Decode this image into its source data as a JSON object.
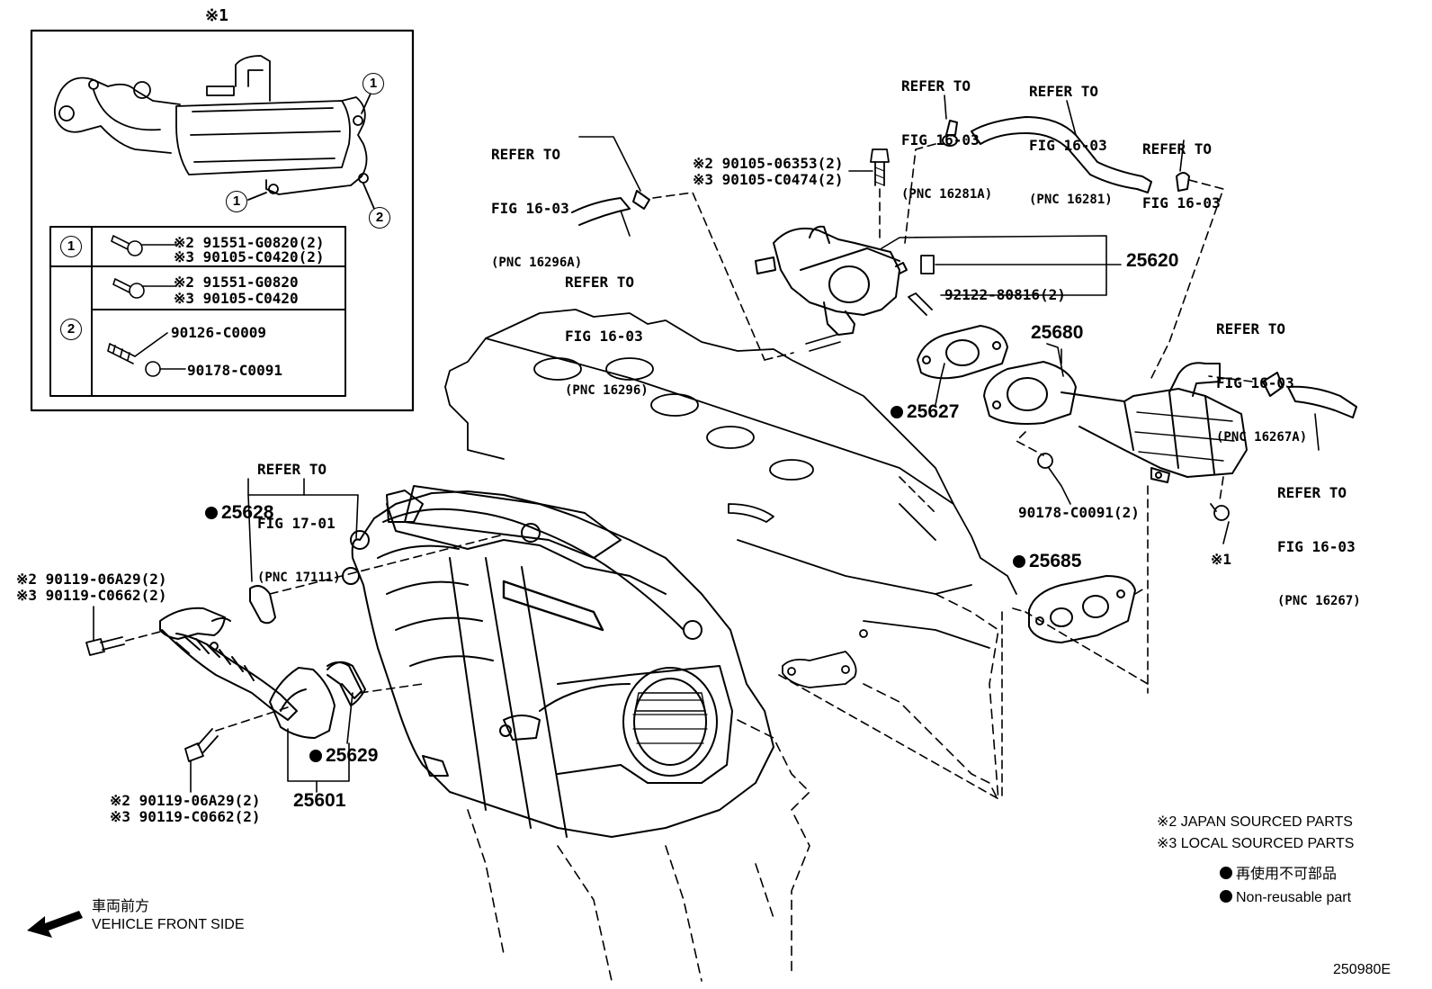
{
  "inset": {
    "title": "※1",
    "callout_1": "1",
    "callout_2": "2",
    "rows": [
      {
        "key": "1",
        "parts": [
          "※2 91551-G0820(2)",
          "※3 90105-C0420(2)"
        ]
      },
      {
        "key": "2",
        "parts": [
          "※2 91551-G0820",
          "※3 90105-C0420"
        ],
        "extra": [
          "90126-C0009",
          "90178-C0091"
        ]
      }
    ]
  },
  "refs": [
    {
      "id": "ref-16296a",
      "line1": "REFER TO",
      "line2": "FIG 16-03",
      "line3": "(PNC 16296A)"
    },
    {
      "id": "ref-16296",
      "line1": "REFER TO",
      "line2": "FIG 16-03",
      "line3": "(PNC 16296)"
    },
    {
      "id": "ref-16281a",
      "line1": "REFER TO",
      "line2": "FIG 16-03",
      "line3": "(PNC 16281A)"
    },
    {
      "id": "ref-16281",
      "line1": "REFER TO",
      "line2": "FIG 16-03",
      "line3": "(PNC 16281)"
    },
    {
      "id": "ref-1603",
      "line1": "REFER TO",
      "line2": "FIG 16-03",
      "line3": ""
    },
    {
      "id": "ref-16267a",
      "line1": "REFER TO",
      "line2": "FIG 16-03",
      "line3": "(PNC 16267A)"
    },
    {
      "id": "ref-16267",
      "line1": "REFER TO",
      "line2": "FIG 16-03",
      "line3": "(PNC 16267)"
    },
    {
      "id": "ref-17111",
      "line1": "REFER TO",
      "line2": "FIG 17-01",
      "line3": "(PNC 17111)"
    }
  ],
  "parts": {
    "bolt_top_a": "※2 90105-06353(2)",
    "bolt_top_b": "※3 90105-C0474(2)",
    "p25620": "25620",
    "p92122": "92122-80816(2)",
    "p25680": "25680",
    "p25627": "25627",
    "p90178": "90178-C0091(2)",
    "star1": "※1",
    "p25685": "25685",
    "p25628": "25628",
    "p25629": "25629",
    "p25601": "25601",
    "bolt_left_a": "※2 90119-06A29(2)",
    "bolt_left_b": "※3 90119-C0662(2)",
    "bolt_bot_a": "※2 90119-06A29(2)",
    "bolt_bot_b": "※3 90119-C0662(2)"
  },
  "legend": {
    "japan": "※2 JAPAN SOURCED PARTS",
    "local": "※3 LOCAL SOURCED PARTS",
    "nonreuse_jp": "再使用不可部品",
    "nonreuse_en": "Non-reusable part"
  },
  "front": {
    "jp": "車両前方",
    "en": "VEHICLE FRONT SIDE"
  },
  "figure_id": "250980E"
}
